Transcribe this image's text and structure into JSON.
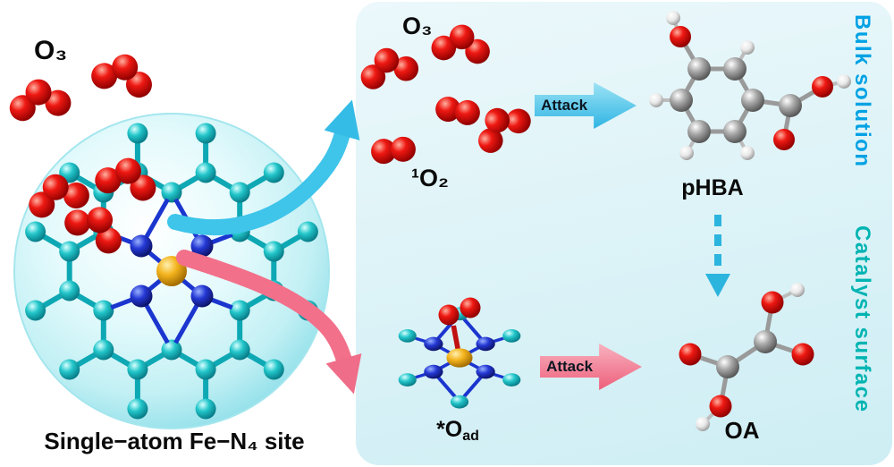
{
  "left": {
    "o3_label": "O₃",
    "site_label": "Single−atom Fe−N₄ site"
  },
  "panel": {
    "o3_label": "O₃",
    "singlet_o2_label": "¹O₂",
    "attack_top_label": "Attack",
    "attack_bottom_label": "Attack",
    "phba_label": "pHBA",
    "oa_label": "OA",
    "oad_label_main": "*O",
    "oad_label_sub": "ad",
    "bulk_solution_label": "Bulk solution",
    "catalyst_surface_label": "Catalyst surface"
  },
  "icons": {
    "attack_arrow_top": "right-block-arrow-icon",
    "attack_arrow_bottom": "right-block-arrow-icon",
    "bulk_pathway_arrow": "curved-cyan-arrow-icon",
    "surface_pathway_arrow": "curved-pink-arrow-icon",
    "phba_to_oa_arrow": "dashed-down-arrow-icon"
  },
  "colors": {
    "oxygen_red": "#e51414",
    "carbon_lattice_teal": "#1cc2c8",
    "nitrogen_blue": "#2236d2",
    "iron_gold": "#f2b21e",
    "attack_arrow_cyan": "#35bce6",
    "attack_arrow_pink": "#ef6d88",
    "bulk_solution_text": "#00a2e4",
    "catalyst_surface_text": "#00b4b2",
    "panel_background": "#d9f1f6",
    "phba_carbon_gray": "#9c9c9c",
    "hydrogen_white": "#e8e8e8"
  }
}
